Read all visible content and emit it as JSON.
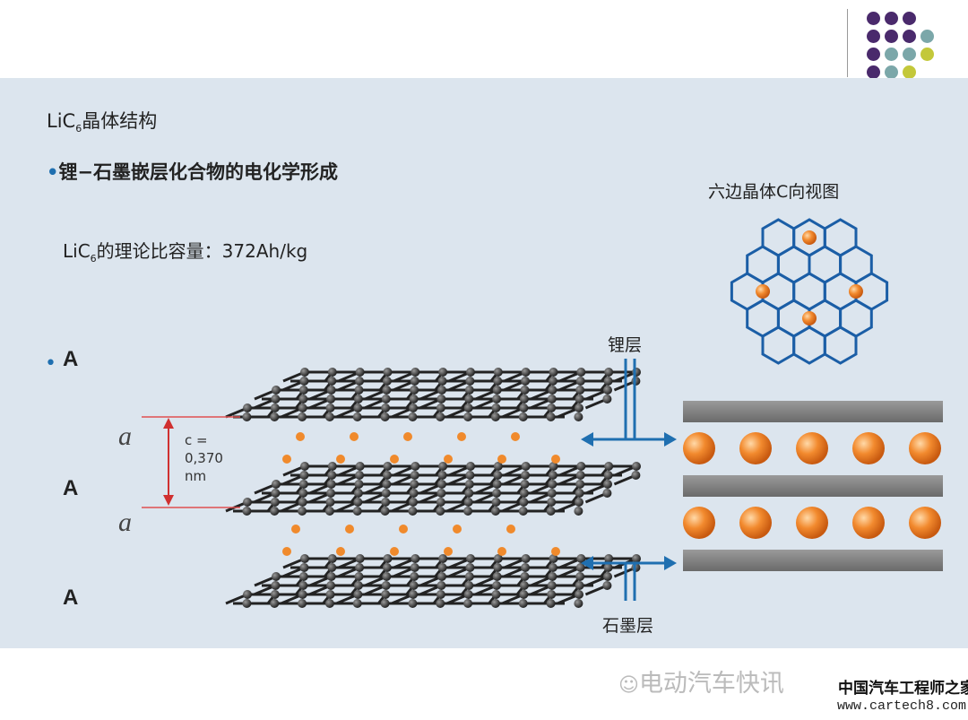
{
  "title": "LiC₆晶体结构",
  "title_parts": {
    "pre": "LiC",
    "sub": "6",
    "post": "晶体结构"
  },
  "bullet": "锂−石墨嵌层化合物的电化学形成",
  "capacity": {
    "pre": "LiC",
    "sub": "6",
    "post": "的理论比容量：372Ah/kg"
  },
  "layer_labels": [
    "A",
    "A",
    "A"
  ],
  "lattice_symbol": "a",
  "spacing": {
    "line1": "c =",
    "line2": "0,370",
    "line3": "nm"
  },
  "hex_view_title": "六边晶体C向视图",
  "lithium_layer_label": "锂层",
  "graphite_layer_label": "石墨层",
  "watermark": {
    "wechat": "电动汽车快讯",
    "site_name": "中国汽车工程师之家",
    "url": "www.cartech8.com"
  },
  "colors": {
    "purple": "#4a2a6c",
    "teal": "#7ba7a9",
    "lime": "#c3c83a",
    "blue": "#1f6fb0",
    "orange": "#f08a2c",
    "hex": "#1b5ea6"
  }
}
